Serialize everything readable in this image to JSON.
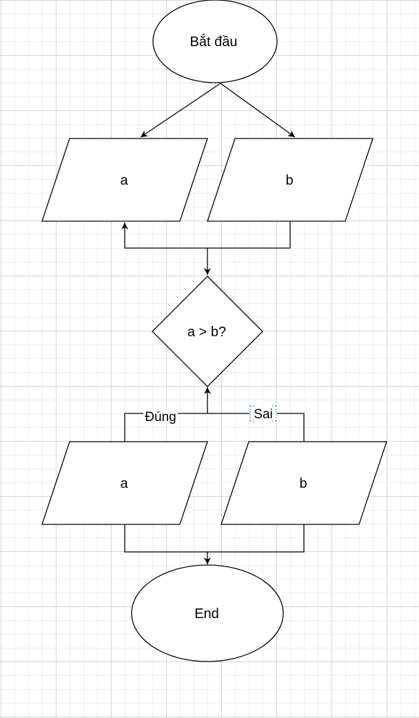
{
  "diagram": {
    "nodes": {
      "start": "Bắt đầu",
      "input_a": "a",
      "input_b": "b",
      "decision": "a > b?",
      "output_a": "a",
      "output_b": "b",
      "end": "End"
    },
    "edges": {
      "true_label": "Đúng",
      "false_label": "Sai"
    }
  }
}
